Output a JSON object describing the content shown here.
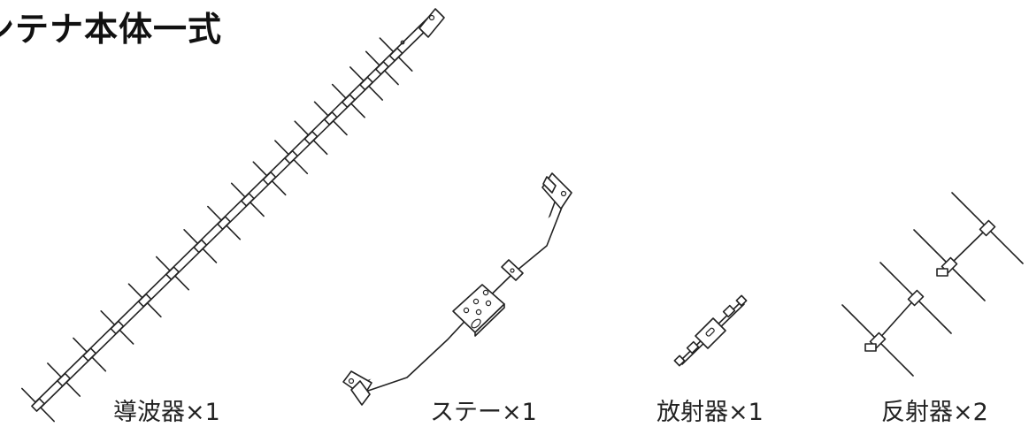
{
  "title": "ンテナ本体一式",
  "parts": [
    {
      "label": "導波器×1"
    },
    {
      "label": "ステー×1"
    },
    {
      "label": "放射器×1"
    },
    {
      "label": "反射器×2"
    }
  ],
  "colors": {
    "line": "#222222",
    "background": "#ffffff"
  }
}
